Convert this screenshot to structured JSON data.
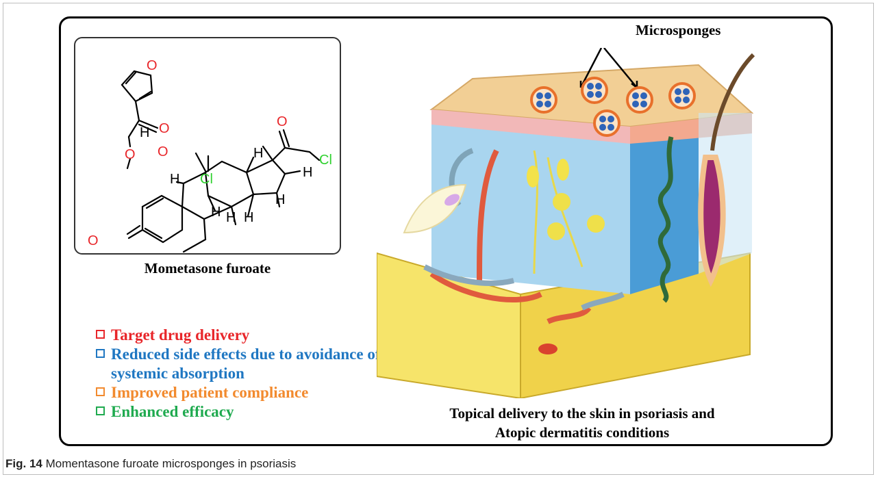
{
  "molecule": {
    "label": "Mometasone furoate",
    "atoms": {
      "o_furan": "O",
      "o_carbonyl": "O",
      "o_ester": "O",
      "o_ketone": "O",
      "o_ketone_a": "O",
      "h_hydroxyl": "H",
      "o_hydroxyl": "O",
      "cl_a": "Cl",
      "cl_b": "Cl",
      "h1": "H",
      "h2": "H",
      "h3": "H",
      "h4": "H",
      "h5": "H",
      "h6": "H",
      "h7": "H"
    }
  },
  "benefits": [
    {
      "text": "Target drug delivery",
      "color": "#e8262a"
    },
    {
      "text": "Reduced side effects due to avoidance of",
      "color": "#1f77c2"
    },
    {
      "text": "systemic absorption",
      "color": "#1f77c2"
    },
    {
      "text": "Improved patient compliance",
      "color": "#f28a2e"
    },
    {
      "text": "Enhanced efficacy",
      "color": "#1faa4f"
    }
  ],
  "skin": {
    "microsponges_label": "Microsponges",
    "caption_line1": "Topical delivery to the skin in psoriasis and",
    "caption_line2": "Atopic dermatitis conditions"
  },
  "figure_caption": {
    "number": "Fig. 14",
    "text": "Momentasone furoate microsponges in psoriasis"
  }
}
